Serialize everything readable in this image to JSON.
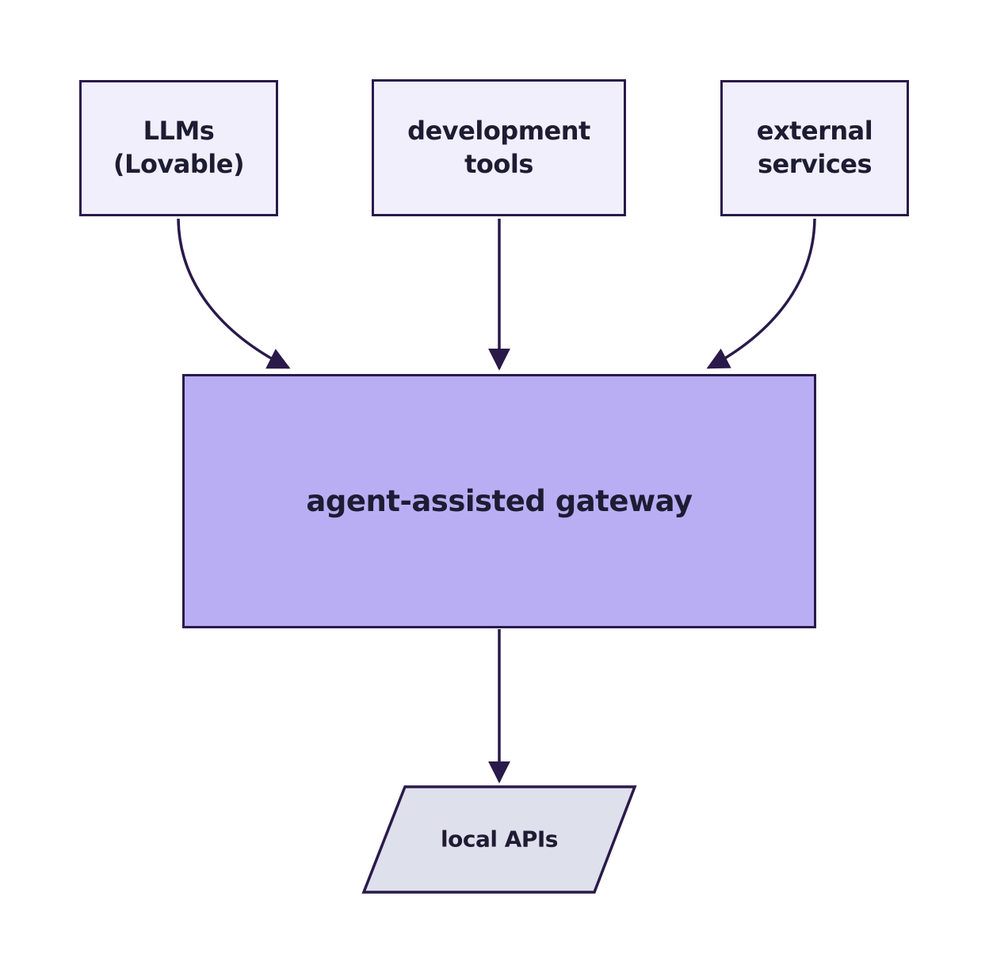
{
  "colors": {
    "background": "#ffffff",
    "stroke": "#2a1a4a",
    "text": "#1e1c33",
    "node_light_fill": "#f2effc",
    "gateway_fill": "#b9aef4",
    "parallelogram_fill": "#dee0ec"
  },
  "nodes": {
    "llms": {
      "line1": "LLMs",
      "line2": "(Lovable)",
      "shape": "rectangle"
    },
    "dev_tools": {
      "line1": "development",
      "line2": "tools",
      "shape": "rectangle"
    },
    "external": {
      "line1": "external",
      "line2": "services",
      "shape": "rectangle"
    },
    "gateway": {
      "label": "agent-assisted gateway",
      "shape": "rectangle"
    },
    "local_apis": {
      "label": "local APIs",
      "shape": "parallelogram"
    }
  },
  "edges": [
    {
      "from": "llms",
      "to": "gateway",
      "style": "curved-arrow"
    },
    {
      "from": "dev_tools",
      "to": "gateway",
      "style": "straight-arrow"
    },
    {
      "from": "external",
      "to": "gateway",
      "style": "curved-arrow"
    },
    {
      "from": "gateway",
      "to": "local_apis",
      "style": "straight-arrow"
    }
  ]
}
